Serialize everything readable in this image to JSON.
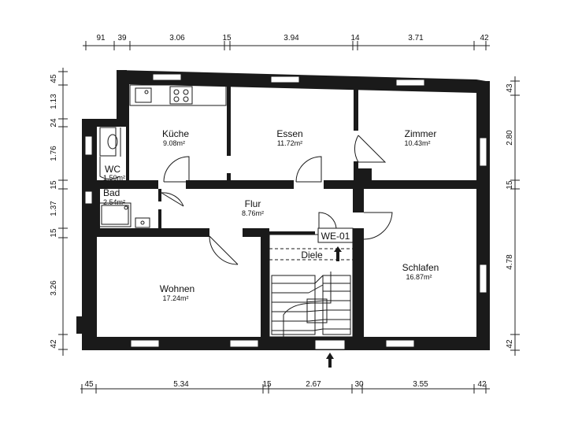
{
  "dimensions": {
    "top": [
      "91",
      "39",
      "3.06",
      "15",
      "3.94",
      "14",
      "3.71",
      "42"
    ],
    "bottom": [
      "45",
      "5.34",
      "15",
      "2.67",
      "30",
      "3.55",
      "42"
    ],
    "left": [
      "45",
      "1.13",
      "24",
      "1.76",
      "15",
      "1.37",
      "15",
      "3.26",
      "42"
    ],
    "right": [
      "43",
      "2.80",
      "15",
      "4.78",
      "42"
    ]
  },
  "rooms": {
    "kueche": {
      "name": "Küche",
      "area": "9.08m²"
    },
    "essen": {
      "name": "Essen",
      "area": "11.72m²"
    },
    "zimmer": {
      "name": "Zimmer",
      "area": "10.43m²"
    },
    "wc": {
      "name": "WC",
      "area": "1.50m²"
    },
    "bad": {
      "name": "Bad",
      "area": "2.54m²"
    },
    "flur": {
      "name": "Flur",
      "area": "8.76m²"
    },
    "wohnen": {
      "name": "Wohnen",
      "area": "17.24m²"
    },
    "schlafen": {
      "name": "Schlafen",
      "area": "16.87m²"
    },
    "diele": {
      "name": "Diele"
    }
  },
  "unit_label": "WE-01"
}
